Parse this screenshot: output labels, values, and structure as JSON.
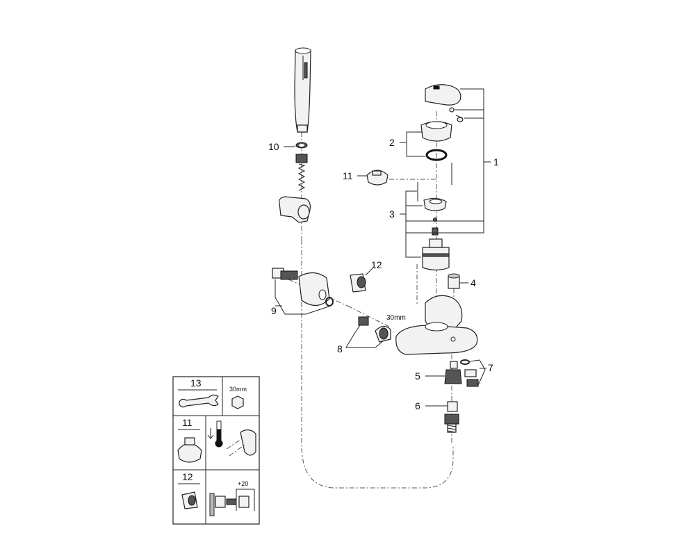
{
  "callouts": {
    "c1": "1",
    "c2": "2",
    "c3": "3",
    "c4": "4",
    "c5": "5",
    "c6": "6",
    "c7": "7",
    "c8": "8",
    "c9": "9",
    "c10": "10",
    "c11": "11",
    "c12": "12"
  },
  "dimension": "30mm",
  "legend": {
    "row13": {
      "number": "13",
      "size": "30mm"
    },
    "row11": {
      "number": "11"
    },
    "row12": {
      "number": "12",
      "offset": "+20"
    }
  }
}
